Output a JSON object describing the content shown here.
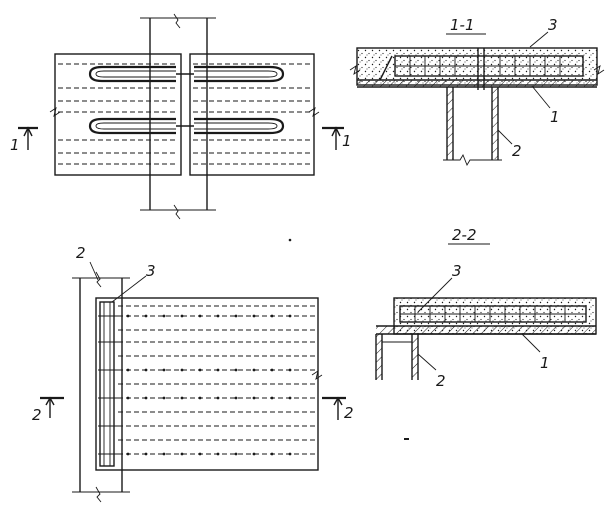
{
  "views": {
    "plan_1": {
      "cut_mark_left": "1",
      "cut_mark_right": "1"
    },
    "section_1_1": {
      "title": "1-1",
      "callout_1": "1",
      "callout_2": "2",
      "callout_3": "3"
    },
    "plan_2": {
      "callout_2": "2",
      "callout_3": "3",
      "cut_mark_left": "2",
      "cut_mark_right": "2"
    },
    "section_2_2": {
      "title": "2-2",
      "callout_1": "1",
      "callout_2": "2",
      "callout_3": "3"
    }
  }
}
